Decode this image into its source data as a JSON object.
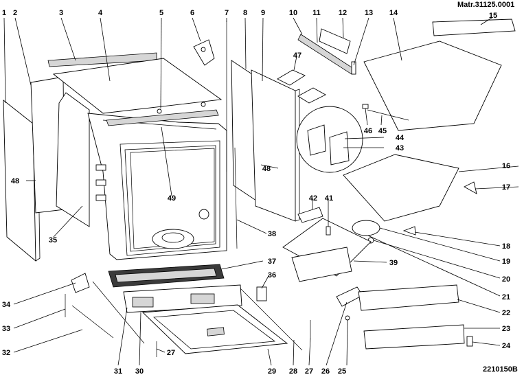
{
  "header": {
    "matr": "Matr.31125.0001",
    "code": "2210150B"
  },
  "callouts": [
    "1",
    "2",
    "3",
    "4",
    "5",
    "6",
    "7",
    "8",
    "9",
    "10",
    "11",
    "12",
    "13",
    "14",
    "15",
    "16",
    "17",
    "18",
    "19",
    "20",
    "21",
    "22",
    "23",
    "24",
    "25",
    "26",
    "27",
    "27",
    "28",
    "29",
    "30",
    "31",
    "32",
    "33",
    "34",
    "35",
    "36",
    "37",
    "38",
    "39",
    "41",
    "42",
    "43",
    "44",
    "45",
    "46",
    "47",
    "48",
    "48",
    "49"
  ]
}
